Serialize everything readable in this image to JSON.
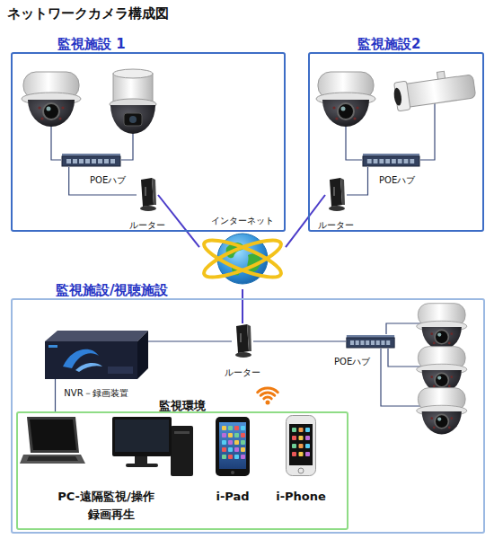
{
  "diagram": {
    "title": "ネットワークカメラ構成図",
    "nodes": [
      {
        "text": [
          "監視施設 1"
        ]
      },
      {
        "text": [
          "POEハブ"
        ],
        "in": 0
      },
      {
        "text": [
          "ルーター"
        ],
        "in": 0
      },
      {
        "text": [
          "監視施設2"
        ]
      },
      {
        "text": [
          "POEハブ"
        ],
        "in": 3
      },
      {
        "text": [
          "ルーター"
        ],
        "in": 3
      },
      {
        "text": [
          "インターネット"
        ]
      },
      {
        "text": [
          "監視施設/視聴施設"
        ]
      },
      {
        "text": [
          "NVR－録画装置"
        ],
        "in": 7
      },
      {
        "text": [
          "ルーター"
        ],
        "in": 7
      },
      {
        "text": [
          "POEハブ"
        ],
        "in": 7
      },
      {
        "text": [
          "監視環境",
          "録画再生"
        ],
        "in": 7
      },
      {
        "text": [
          "PC-遠隔監視/操作"
        ],
        "in": 11
      },
      {
        "text": [
          "i-Pad"
        ],
        "in": 11
      },
      {
        "text": [
          "i-Phone"
        ],
        "in": 11
      }
    ],
    "edges": [
      {
        "from": 1,
        "to": 2,
        "arrow": "none"
      },
      {
        "from": 2,
        "to": 6,
        "arrow": "none"
      },
      {
        "from": 4,
        "to": 5,
        "arrow": "none"
      },
      {
        "from": 5,
        "to": 6,
        "arrow": "none"
      },
      {
        "from": 6,
        "to": 9,
        "arrow": "none"
      },
      {
        "from": 9,
        "to": 10,
        "arrow": "none"
      },
      {
        "from": 8,
        "to": 9,
        "arrow": "none"
      },
      {
        "from": 8,
        "to": 11,
        "arrow": "none"
      }
    ]
  }
}
